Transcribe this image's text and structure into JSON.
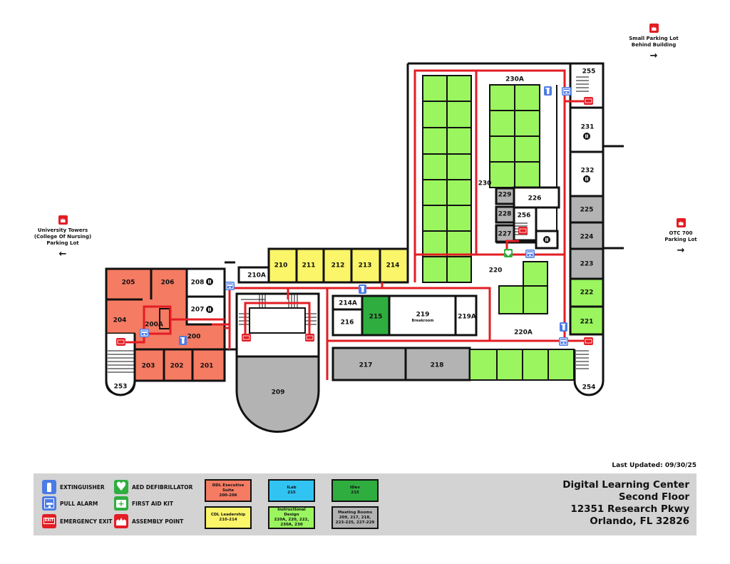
{
  "map": {
    "building": "Digital Learning Center",
    "floor": "Second Floor",
    "address_line1": "12351 Research Pkwy",
    "address_line2": "Orlando, FL 32826",
    "last_updated": "Last Updated: 09/30/25"
  },
  "destinations": [
    {
      "id": "small-lot",
      "line1": "Small Parking Lot",
      "line2": "Behind Building",
      "line3": "",
      "arrow": "→"
    },
    {
      "id": "university-towers",
      "line1": "University Towers",
      "line2": "(College Of Nursing)",
      "line3": "Parking Lot",
      "arrow": "←"
    },
    {
      "id": "otc-700",
      "line1": "OTC 700",
      "line2": "Parking Lot",
      "line3": "",
      "arrow": "→"
    }
  ],
  "rooms": {
    "r205": "205",
    "r206": "206",
    "r208": "208",
    "r207": "207",
    "r204": "204",
    "r200a": "200A",
    "r200": "200",
    "r203": "203",
    "r202": "202",
    "r201": "201",
    "r253": "253",
    "r210a": "210A",
    "r210": "210",
    "r211": "211",
    "r212": "212",
    "r213": "213",
    "r214": "214",
    "r209": "209",
    "r214a": "214A",
    "r216": "216",
    "r215": "215",
    "r219": "219",
    "r219_sub": "Breakroom",
    "r219a": "219A",
    "r217": "217",
    "r218": "218",
    "r220": "220",
    "r220a": "220A",
    "r230a": "230A",
    "r230": "230",
    "r229": "229",
    "r228": "228",
    "r227": "227",
    "r226": "226",
    "r256": "256",
    "r255": "255",
    "r231": "231",
    "r232": "232",
    "r225": "225",
    "r224": "224",
    "r223": "223",
    "r222": "222",
    "r221": "221",
    "r254": "254"
  },
  "legend": {
    "symbols": [
      {
        "icon": "extinguisher-icon",
        "label": "EXTINGUISHER"
      },
      {
        "icon": "pull-alarm-icon",
        "label": "PULL ALARM"
      },
      {
        "icon": "emergency-exit-icon",
        "label": "EMERGENCY EXIT"
      },
      {
        "icon": "aed-defibrillator-icon",
        "label": "AED DEFIBRILLATOR"
      },
      {
        "icon": "first-aid-kit-icon",
        "label": "FIRST AID KIT"
      },
      {
        "icon": "assembly-point-icon",
        "label": "ASSEMBLY POINT"
      }
    ],
    "zones": [
      {
        "name": "DDL Executive Suite",
        "rooms": "200-206",
        "color": "#f57b63"
      },
      {
        "name": "CDL Leadership",
        "rooms": "210-214",
        "color": "#fbf56a"
      },
      {
        "name": "ILab",
        "rooms": "215",
        "color": "#31c4f3"
      },
      {
        "name": "Instructional Design",
        "rooms": "220A, 220, 222,",
        "rooms2": "230A, 230",
        "color": "#9af55f"
      },
      {
        "name": "IDev",
        "rooms": "215",
        "color": "#2fae3f"
      },
      {
        "name": "Meeting Rooms",
        "rooms": "209, 217, 218,",
        "rooms2": "223-225, 227-229",
        "color": "#b3b3b3"
      }
    ]
  },
  "colors": {
    "executive": "#f57b63",
    "leadership": "#fbf56a",
    "ilab": "#31c4f3",
    "instructional": "#9af55f",
    "idev": "#2fae3f",
    "meeting": "#b3b3b3",
    "route": "#e31d24",
    "safety_blue": "#4b7be5"
  }
}
